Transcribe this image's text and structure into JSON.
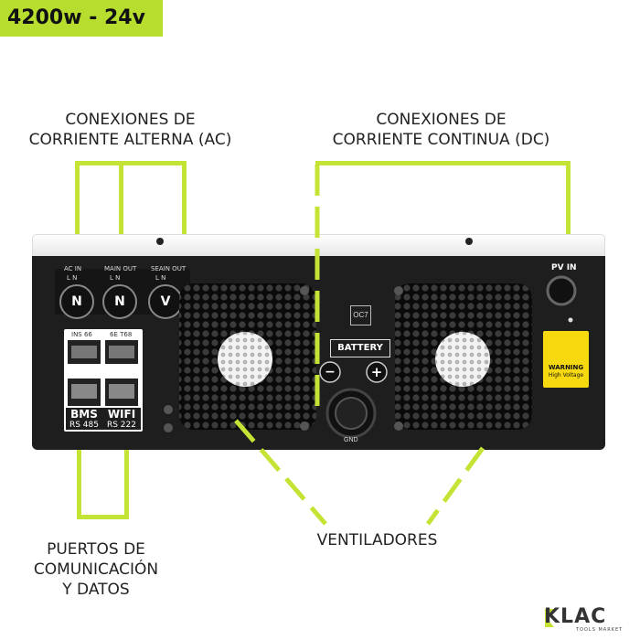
{
  "badge": "4200w - 24v",
  "labels": {
    "ac": [
      "CONEXIONES DE",
      "CORRIENTE ALTERNA (AC)"
    ],
    "dc": [
      "CONEXIONES DE",
      "CORRIENTE CONTINUA (DC)"
    ],
    "ports": [
      "PUERTOS DE",
      "COMUNICACIÓN",
      "Y DATOS"
    ],
    "fans": "VENTILADORES"
  },
  "device": {
    "ac_terminals": [
      {
        "label": "AC IN",
        "letter": "N"
      },
      {
        "label": "MAIN OUT",
        "letter": "N"
      },
      {
        "label": "SEAIN OUT",
        "letter": "V"
      }
    ],
    "terminal_sub": "L  N",
    "comm_ports": [
      {
        "label": "BMS",
        "sub": "RS 485"
      },
      {
        "label": "WIFI",
        "sub": "RS 222"
      }
    ],
    "small_ports": [
      "INS 66",
      "6E T68"
    ],
    "oc7": "OC7",
    "battery": "BATTERY",
    "minus": "−",
    "plus": "+",
    "gnd": "GND",
    "pv_in": "PV IN",
    "warning_title": "WARNING",
    "warning_sub": "High Voltage"
  },
  "logo": {
    "text": "KLAC",
    "sub": "TOOLS MARKET"
  },
  "colors": {
    "accent": "#c3e434",
    "badge": "#b7de2e",
    "body": "#1e1e1e",
    "warning": "#f6d90f"
  }
}
